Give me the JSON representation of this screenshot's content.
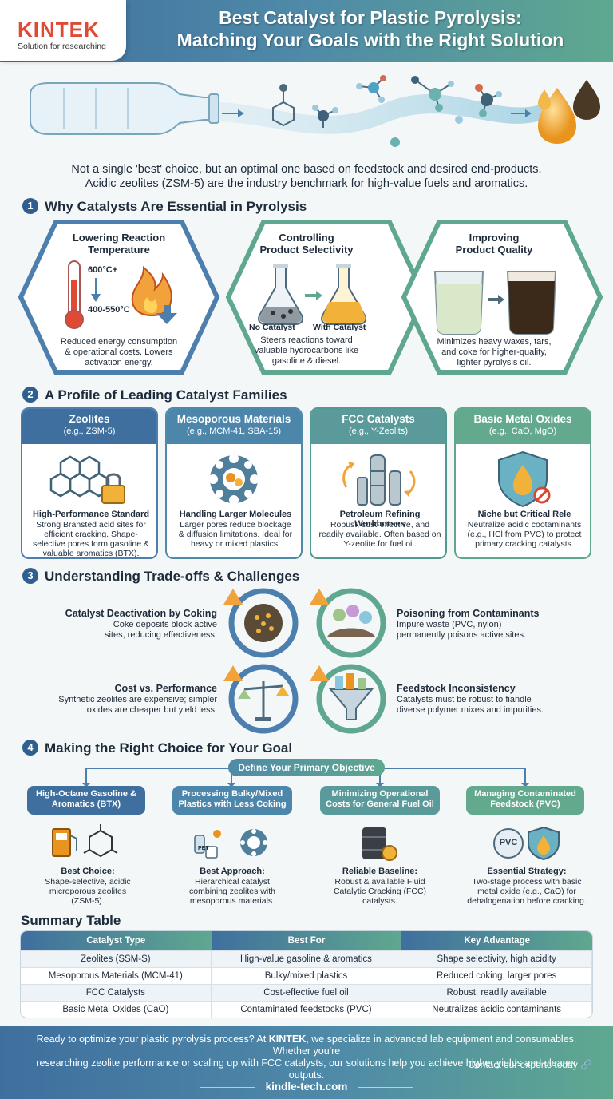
{
  "header": {
    "logo": "KINTEK",
    "logo_sub": "Solution for researching",
    "title_l1": "Best Catalyst for Plastic Pyrolysis:",
    "title_l2": "Matching Your Goals with the Right Solution"
  },
  "intro": {
    "l1": "Not a single 'best' choice, but an optimal one based on feedstock and desired end-products.",
    "l2": "Acidic zeolites (ZSM-5) are the industry benchmark for high-value fuels and aromatics."
  },
  "s1": {
    "num": "1",
    "title": "Why Catalysts Are Essential in Pyrolysis",
    "hex": [
      {
        "t1": "Lowering Reaction",
        "t2": "Temperature",
        "hi": "600°C+",
        "lo": "400-550°C",
        "d": [
          "Reduced energy consumption",
          "& operational costs. Lowers",
          "activation energy."
        ]
      },
      {
        "t1": "Controlling",
        "t2": "Product Selectivity",
        "a": "No Catalyst",
        "b": "With Catalyst",
        "d": [
          "Steers reactions toward",
          "valuable hydrocarbons like",
          "gasoline & diesel."
        ]
      },
      {
        "t1": "Improving",
        "t2": "Product Quality",
        "d": [
          "Minimizes heavy waxes, tars,",
          "and coke for higher-quality,",
          "lighter pyrolysis oil."
        ]
      }
    ]
  },
  "s2": {
    "num": "2",
    "title": "A Profile of Leading Catalyst Families",
    "fam": [
      {
        "n": "Zeolites",
        "e": "(e.g., ZSM-5)",
        "t": "High-Performance Standard",
        "d": [
          "Strong Bransted acid sites for",
          "efficient cracking. Shape-",
          "selective pores form gasoline &",
          "valuable aromatics (BTX)."
        ]
      },
      {
        "n": "Mesoporous Materials",
        "e": "(e.g., MCM-41, SBA-15)",
        "t": "Handling Larger Molecules",
        "d": [
          "Larger pores reduce blockage",
          "& diffusion limitations. Ideal for",
          "heavy or mixed plastics."
        ]
      },
      {
        "n": "FCC Catalysts",
        "e": "(e.g., Y-Zeolits)",
        "t": "Petroleum Refining Workhorses",
        "d": [
          "Robust, cost-effective, and",
          "readily available. Often based on",
          "Y-zeolite for fuel oil."
        ]
      },
      {
        "n": "Basic Metal Oxides",
        "e": "(e.g., CaO, MgO)",
        "t": "Niche but Critical Rele",
        "d": [
          "Neutralize acidic cootaminants",
          "(e.g., HCl from PVC) to protect",
          "primary cracking catalysts."
        ]
      }
    ]
  },
  "s3": {
    "num": "3",
    "title": "Understanding Trade-offs & Challenges",
    "items": [
      {
        "t": "Catalyst Deactivation by Coking",
        "d": [
          "Coke deposits block active",
          "sites, reducing effectiveness."
        ]
      },
      {
        "t": "Poisoning from Contaminants",
        "d": [
          "Impure waste (PVC, nylon)",
          "permanently poisons active sites."
        ]
      },
      {
        "t": "Cost vs. Performance",
        "d": [
          "Synthetic zeolites are expensive; simpler",
          "oxides are cheaper but yield less."
        ]
      },
      {
        "t": "Feedstock Inconsistency",
        "d": [
          "Catalysts must be robust to fiandle",
          "diverse polymer mixes and impurities."
        ]
      }
    ]
  },
  "s4": {
    "num": "4",
    "title": "Making the Right Choice for Your Goal",
    "objective": "Define Your Primary Objective",
    "choices": [
      {
        "b1": "High-Octane Gasoline &",
        "b2": "Aromatics (BTX)",
        "t": "Best Choice:",
        "d": [
          "Shape-selective, acidic",
          "microporous zeolites",
          "(ZSM-5)."
        ]
      },
      {
        "b1": "Processing Bulky/Mixed",
        "b2": "Plastics with Less Coking",
        "t": "Best Approach:",
        "d": [
          "Hierarchical catalyst",
          "combining zeolites with",
          "mesoporous materials."
        ]
      },
      {
        "b1": "Minimizing Operational",
        "b2": "Costs for General Fuel Oil",
        "t": "Reliable Baseline:",
        "d": [
          "Robust & available Fluid",
          "Catalytic Cracking (FCC)",
          "catalysts."
        ]
      },
      {
        "b1": "Managing Contaminated",
        "b2": "Feedstock (PVC)",
        "t": "Essential Strategy:",
        "d": [
          "Two-stage process with basic",
          "metal oxide (e.g., CaO) for",
          "dehalogenation before cracking."
        ]
      }
    ],
    "pvc": "PVC",
    "pet": "PET"
  },
  "summary": {
    "title": "Summary Table",
    "headers": [
      "Catalyst Type",
      "Best For",
      "Key Advantage"
    ],
    "rows": [
      [
        "Zeolites (SSM-S)",
        "High-value gasoline & aromatics",
        "Shape selectivity, high acidity"
      ],
      [
        "Mesoporous Materials (MCM-41)",
        "Bulky/mixed plastics",
        "Reduced coking, larger pores"
      ],
      [
        "FCC Catalysts",
        "Cost-effective fuel oil",
        "Robust, readily available"
      ],
      [
        "Basic Metal Oxides (CaO)",
        "Contaminated feedstocks (PVC)",
        "Neutralizes acidic contaminants"
      ]
    ]
  },
  "footer": {
    "p_pre": "Ready to optimize your plastic pyrolysis process? At ",
    "brand": "KINTEK",
    "p_post": ", we specialize in advanced lab equipment and consumables. Whether you're",
    "p2": "researching zeolite performance or scaling up with FCC catalysts, our solutions help you achieve higher yields and cleaner outputs.",
    "link": "Contact our experts today 🔗",
    "url": "kindle-tech.com"
  },
  "colors": {
    "blue": "#3f6f9e",
    "teal": "#5fa88f",
    "accent": "#e04a35",
    "orange": "#f2a23a"
  }
}
